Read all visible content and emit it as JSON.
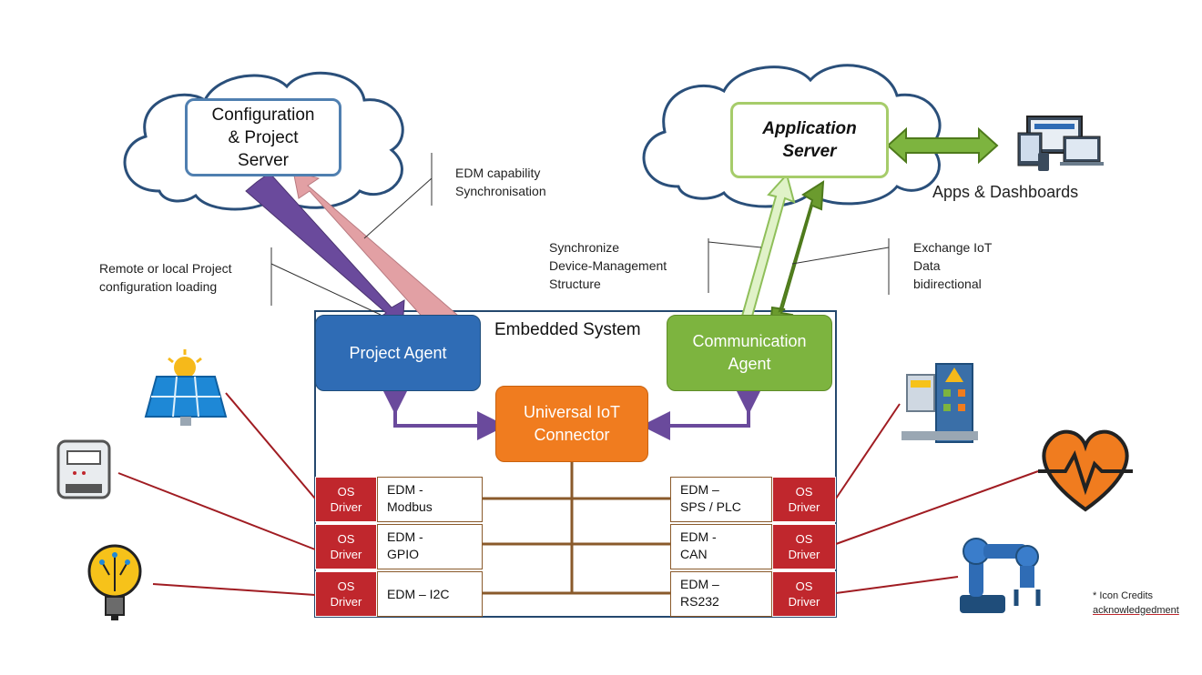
{
  "servers": {
    "config": "Configuration\n& Project\nServer",
    "app": "Application\nServer"
  },
  "annotations": {
    "edm_capability": "EDM capability\nSynchronisation",
    "remote_loading": "Remote or local Project\nconfiguration loading",
    "sync_structure": "Synchronize\nDevice-Management\nStructure",
    "exchange_iot": "Exchange IoT\nData\nbidirectional",
    "apps_dashboards": "Apps & Dashboards",
    "icon_credits_1": "* Icon Credits",
    "icon_credits_2": "acknowledgedment"
  },
  "system": {
    "title": "Embedded System",
    "project_agent": "Project Agent",
    "comm_agent": "Communication\nAgent",
    "connector": "Universal IoT\nConnector"
  },
  "drivers": {
    "left": [
      {
        "os": "OS\nDriver",
        "edm": "EDM -\nModbus"
      },
      {
        "os": "OS\nDriver",
        "edm": "EDM -\nGPIO"
      },
      {
        "os": "OS\nDriver",
        "edm": "EDM – I2C"
      }
    ],
    "right": [
      {
        "os": "OS\nDriver",
        "edm": "EDM –\nSPS / PLC"
      },
      {
        "os": "OS\nDriver",
        "edm": "EDM -\nCAN"
      },
      {
        "os": "OS\nDriver",
        "edm": "EDM –\nRS232"
      }
    ]
  },
  "colors": {
    "project_agent": "#2f6cb5",
    "comm_agent": "#7db43f",
    "connector": "#f07c1f",
    "os_driver": "#c0272d",
    "bus": "#8a5a2b",
    "config_border": "#4f7fb0",
    "app_border": "#a6cc6a",
    "link": "#a01c22"
  },
  "icons": [
    "solar-panel-icon",
    "meter-icon",
    "lightbulb-icon",
    "control-panel-icon",
    "heart-icon",
    "robot-arm-icon",
    "devices-icon"
  ]
}
